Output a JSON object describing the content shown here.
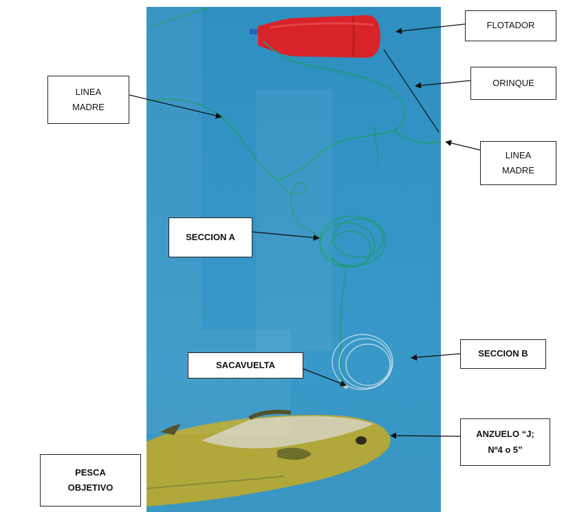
{
  "labels": {
    "flotador": "FLOTADOR",
    "orinque": "ORINQUE",
    "linea_madre_left": "LINEA\nMADRE",
    "linea_madre_right": "LINEA\nMADRE",
    "seccion_a": "SECCION  A",
    "sacavuelta": "SACAVUELTA",
    "seccion_b": "SECCION  B",
    "anzuelo": "ANZUELO “J;\nNº4 o 5”",
    "pesca_objetivo": "PESCA\nOBJETIVO"
  },
  "colors": {
    "background_panel": "#3594c6",
    "float": "#d8232a",
    "line_green": "#1f9b7a",
    "fish": "#b8ad3a"
  }
}
